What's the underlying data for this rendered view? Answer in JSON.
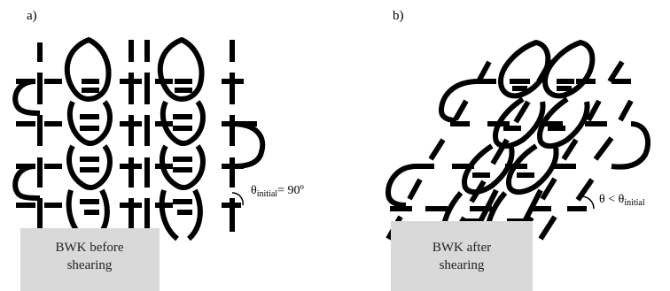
{
  "panels": [
    {
      "label": "a)",
      "caption_line1": "BWK before",
      "caption_line2": "shearing",
      "angle_symbol": "θ",
      "angle_subscript": "initial",
      "angle_suffix": "= 90º"
    },
    {
      "label": "b)",
      "caption_line1": "BWK after",
      "caption_line2": "shearing",
      "angle_symbol": "θ < θ",
      "angle_subscript": "initial",
      "angle_suffix": ""
    }
  ]
}
